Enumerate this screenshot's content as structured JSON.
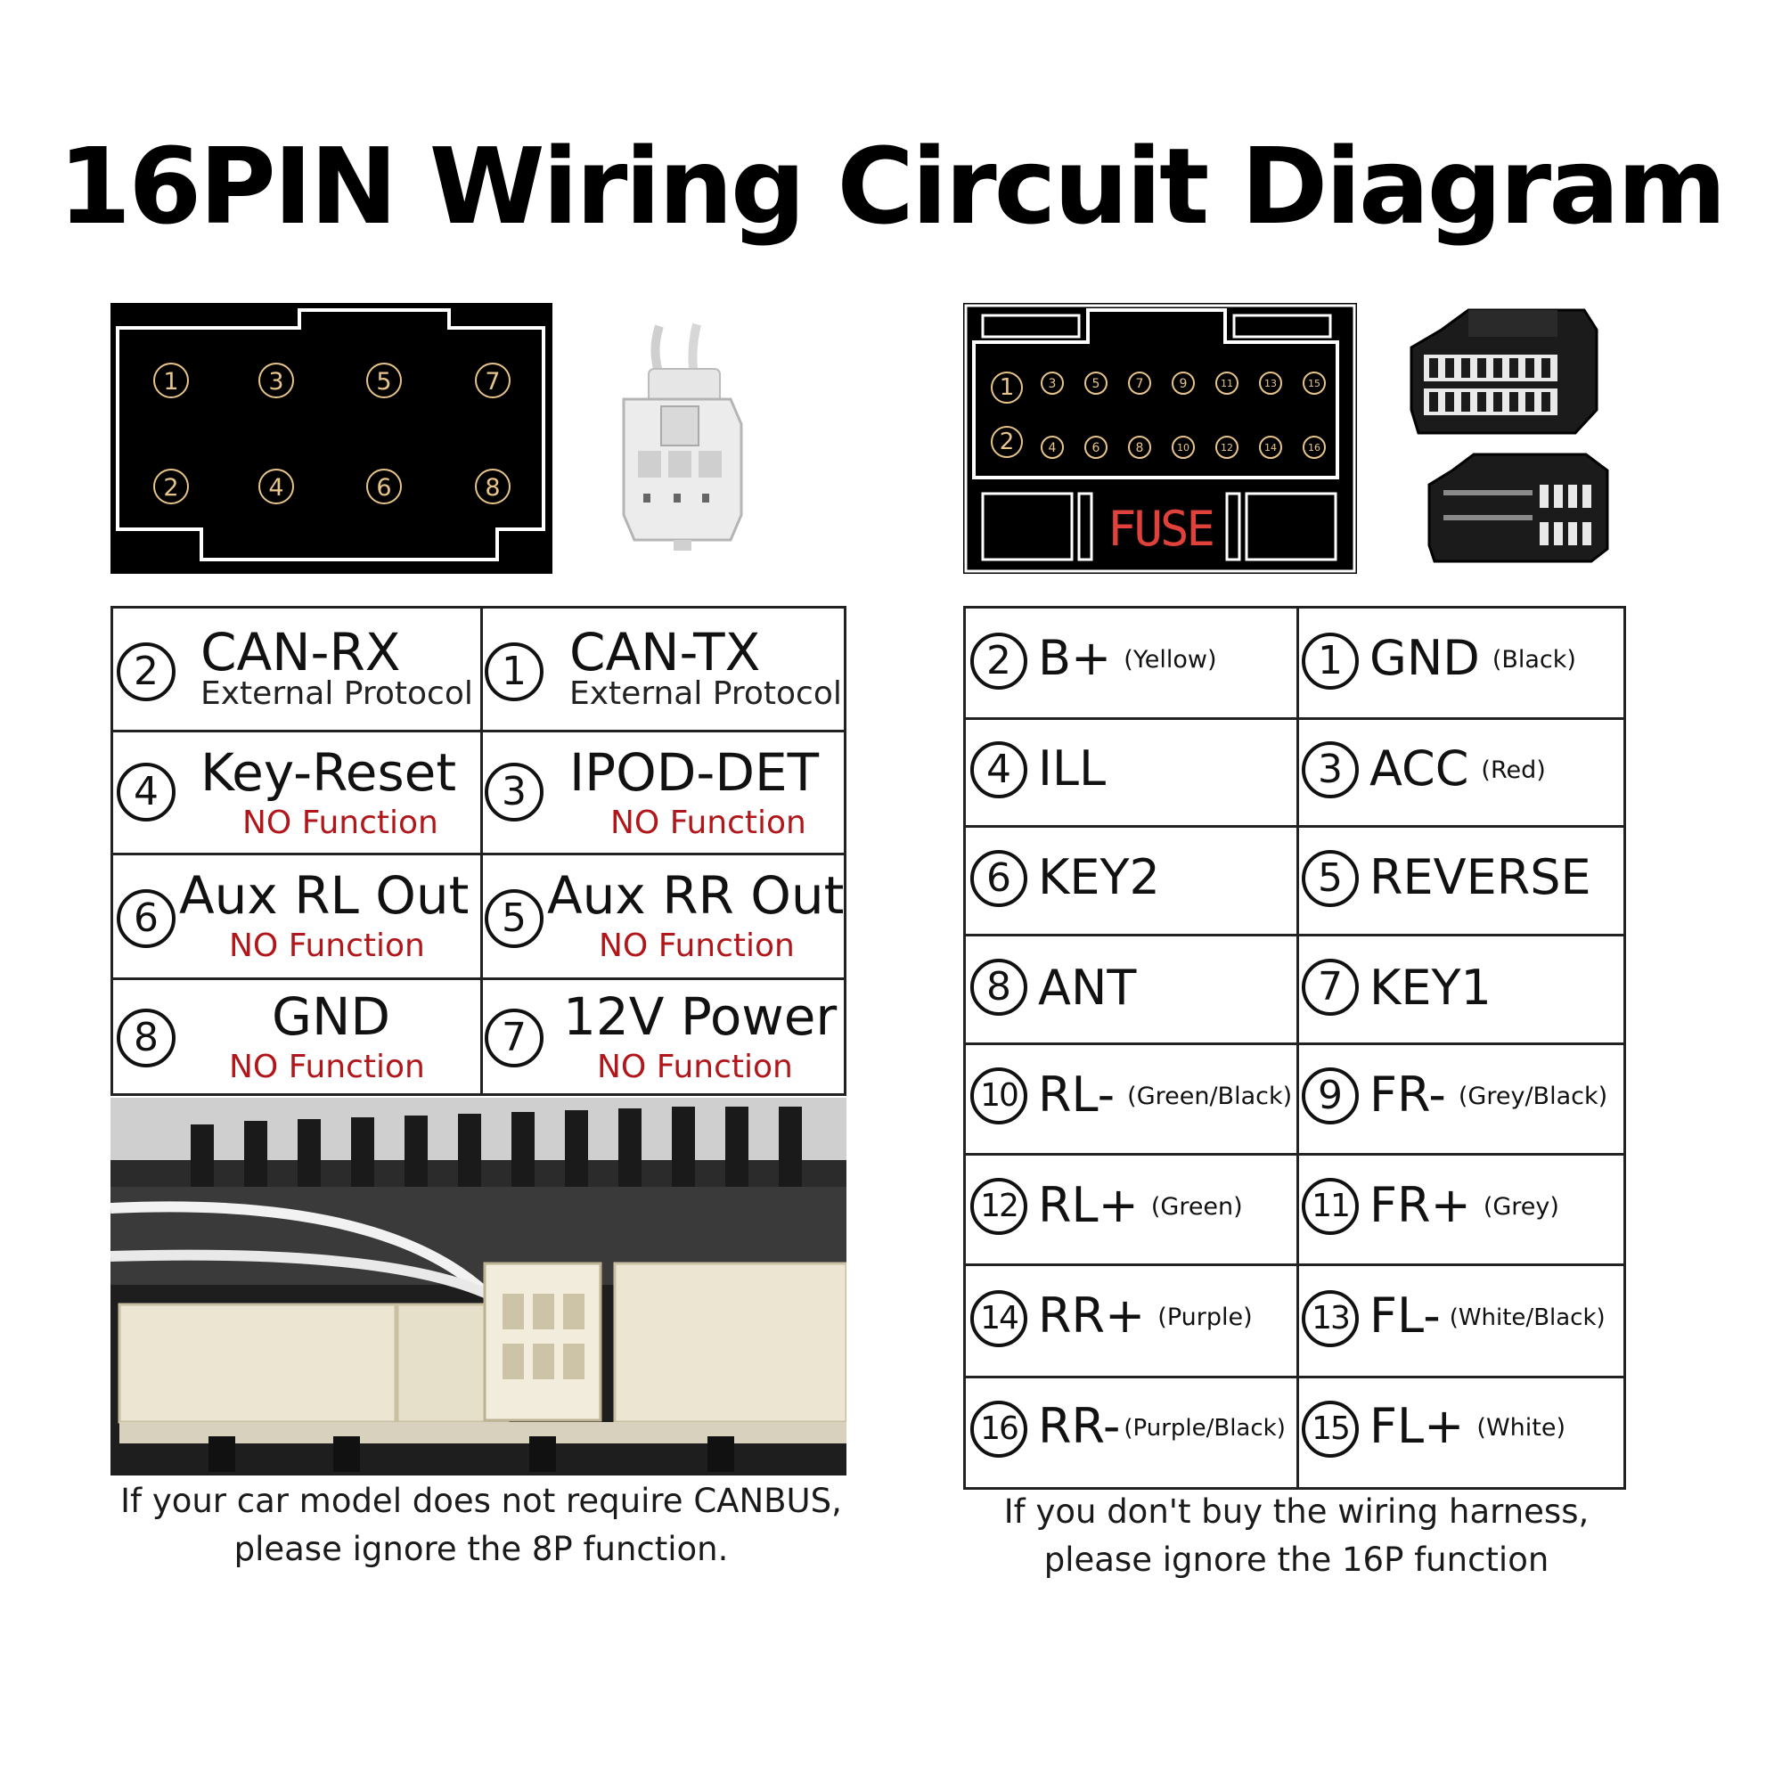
{
  "title": "16PIN Wiring Circuit Diagram",
  "connector_8p": {
    "pins_top": [
      "1",
      "3",
      "5",
      "7"
    ],
    "pins_bottom": [
      "2",
      "4",
      "6",
      "8"
    ]
  },
  "connector_16p": {
    "pins_top": [
      "1",
      "3",
      "5",
      "7",
      "9",
      "11",
      "13",
      "15"
    ],
    "pins_bottom": [
      "2",
      "4",
      "6",
      "8",
      "10",
      "12",
      "14",
      "16"
    ],
    "fuse_label": "FUSE"
  },
  "table_8p": {
    "rows": [
      {
        "left": {
          "num": "2",
          "name": "CAN-RX",
          "sub": "External Protocol"
        },
        "right": {
          "num": "1",
          "name": "CAN-TX",
          "sub": "External Protocol"
        }
      },
      {
        "left": {
          "num": "4",
          "name": "Key-Reset",
          "sub": "NO Function"
        },
        "right": {
          "num": "3",
          "name": "IPOD-DET",
          "sub": "NO Function"
        }
      },
      {
        "left": {
          "num": "6",
          "name": "Aux RL Out",
          "sub": "NO Function"
        },
        "right": {
          "num": "5",
          "name": "Aux RR Out",
          "sub": "NO Function"
        }
      },
      {
        "left": {
          "num": "8",
          "name": "GND",
          "sub": "NO Function"
        },
        "right": {
          "num": "7",
          "name": "12V Power",
          "sub": "NO Function"
        }
      }
    ]
  },
  "table_16p": {
    "rows": [
      {
        "left": {
          "num": "2",
          "name": "B+",
          "color": "(Yellow)"
        },
        "right": {
          "num": "1",
          "name": "GND",
          "color": "(Black)"
        }
      },
      {
        "left": {
          "num": "4",
          "name": "ILL",
          "color": ""
        },
        "right": {
          "num": "3",
          "name": "ACC",
          "color": "(Red)"
        }
      },
      {
        "left": {
          "num": "6",
          "name": "KEY2",
          "color": ""
        },
        "right": {
          "num": "5",
          "name": "REVERSE",
          "color": ""
        }
      },
      {
        "left": {
          "num": "8",
          "name": "ANT",
          "color": ""
        },
        "right": {
          "num": "7",
          "name": "KEY1",
          "color": ""
        }
      },
      {
        "left": {
          "num": "10",
          "name": "RL-",
          "color": "(Green/Black)"
        },
        "right": {
          "num": "9",
          "name": "FR-",
          "color": "(Grey/Black)"
        }
      },
      {
        "left": {
          "num": "12",
          "name": "RL+",
          "color": "(Green)"
        },
        "right": {
          "num": "11",
          "name": "FR+",
          "color": "(Grey)"
        }
      },
      {
        "left": {
          "num": "14",
          "name": "RR+",
          "color": "(Purple)"
        },
        "right": {
          "num": "13",
          "name": "FL-",
          "color": "(White/Black)"
        }
      },
      {
        "left": {
          "num": "16",
          "name": "RR-",
          "color": "(Purple/Black)"
        },
        "right": {
          "num": "15",
          "name": "FL+",
          "color": "(White)"
        }
      }
    ]
  },
  "note_8p": {
    "line1": "If your car model does not require CANBUS,",
    "line2": "please ignore the 8P function."
  },
  "note_16p": {
    "line1": "If you don't buy the wiring harness,",
    "line2": "please ignore the 16P function"
  },
  "colors": {
    "pin_label": "#e7c489",
    "no_function": "#b1171a",
    "fuse": "#e0413a"
  }
}
